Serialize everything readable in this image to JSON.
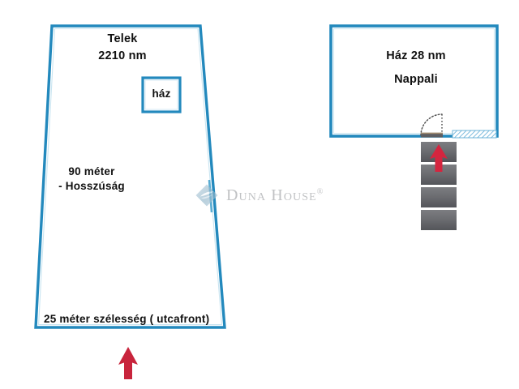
{
  "document": {
    "type": "property-floorplan",
    "language": "hu"
  },
  "plot": {
    "title_line1": "Telek",
    "title_line2": "2210 nm",
    "house_marker_label": "ház",
    "length_line1": "90 méter",
    "length_line2": "- Hosszúság",
    "width_label": "25 méter szélesség ( utcafront)",
    "outline_color": "#2389bd",
    "shape": "trapezoid"
  },
  "house": {
    "title": "Ház 28 nm",
    "room_label": "Nappali",
    "outline_color": "#2389bd",
    "door": {
      "name": "door-swing",
      "style": "dotted-arc"
    },
    "window": {
      "name": "window-hatch",
      "style": "diagonal-hatch",
      "color": "#78b9dd"
    },
    "stairs": {
      "step_count": 4,
      "fill_top": "#75767a",
      "fill_bottom": "#56575b"
    }
  },
  "arrows": {
    "entrance_arrow_color": "#c8243c",
    "stairs_arrow_color": "#d5253f"
  },
  "watermark": {
    "text": "Duna House",
    "registered_mark": "®",
    "logo_color": "#8fb9cf"
  }
}
